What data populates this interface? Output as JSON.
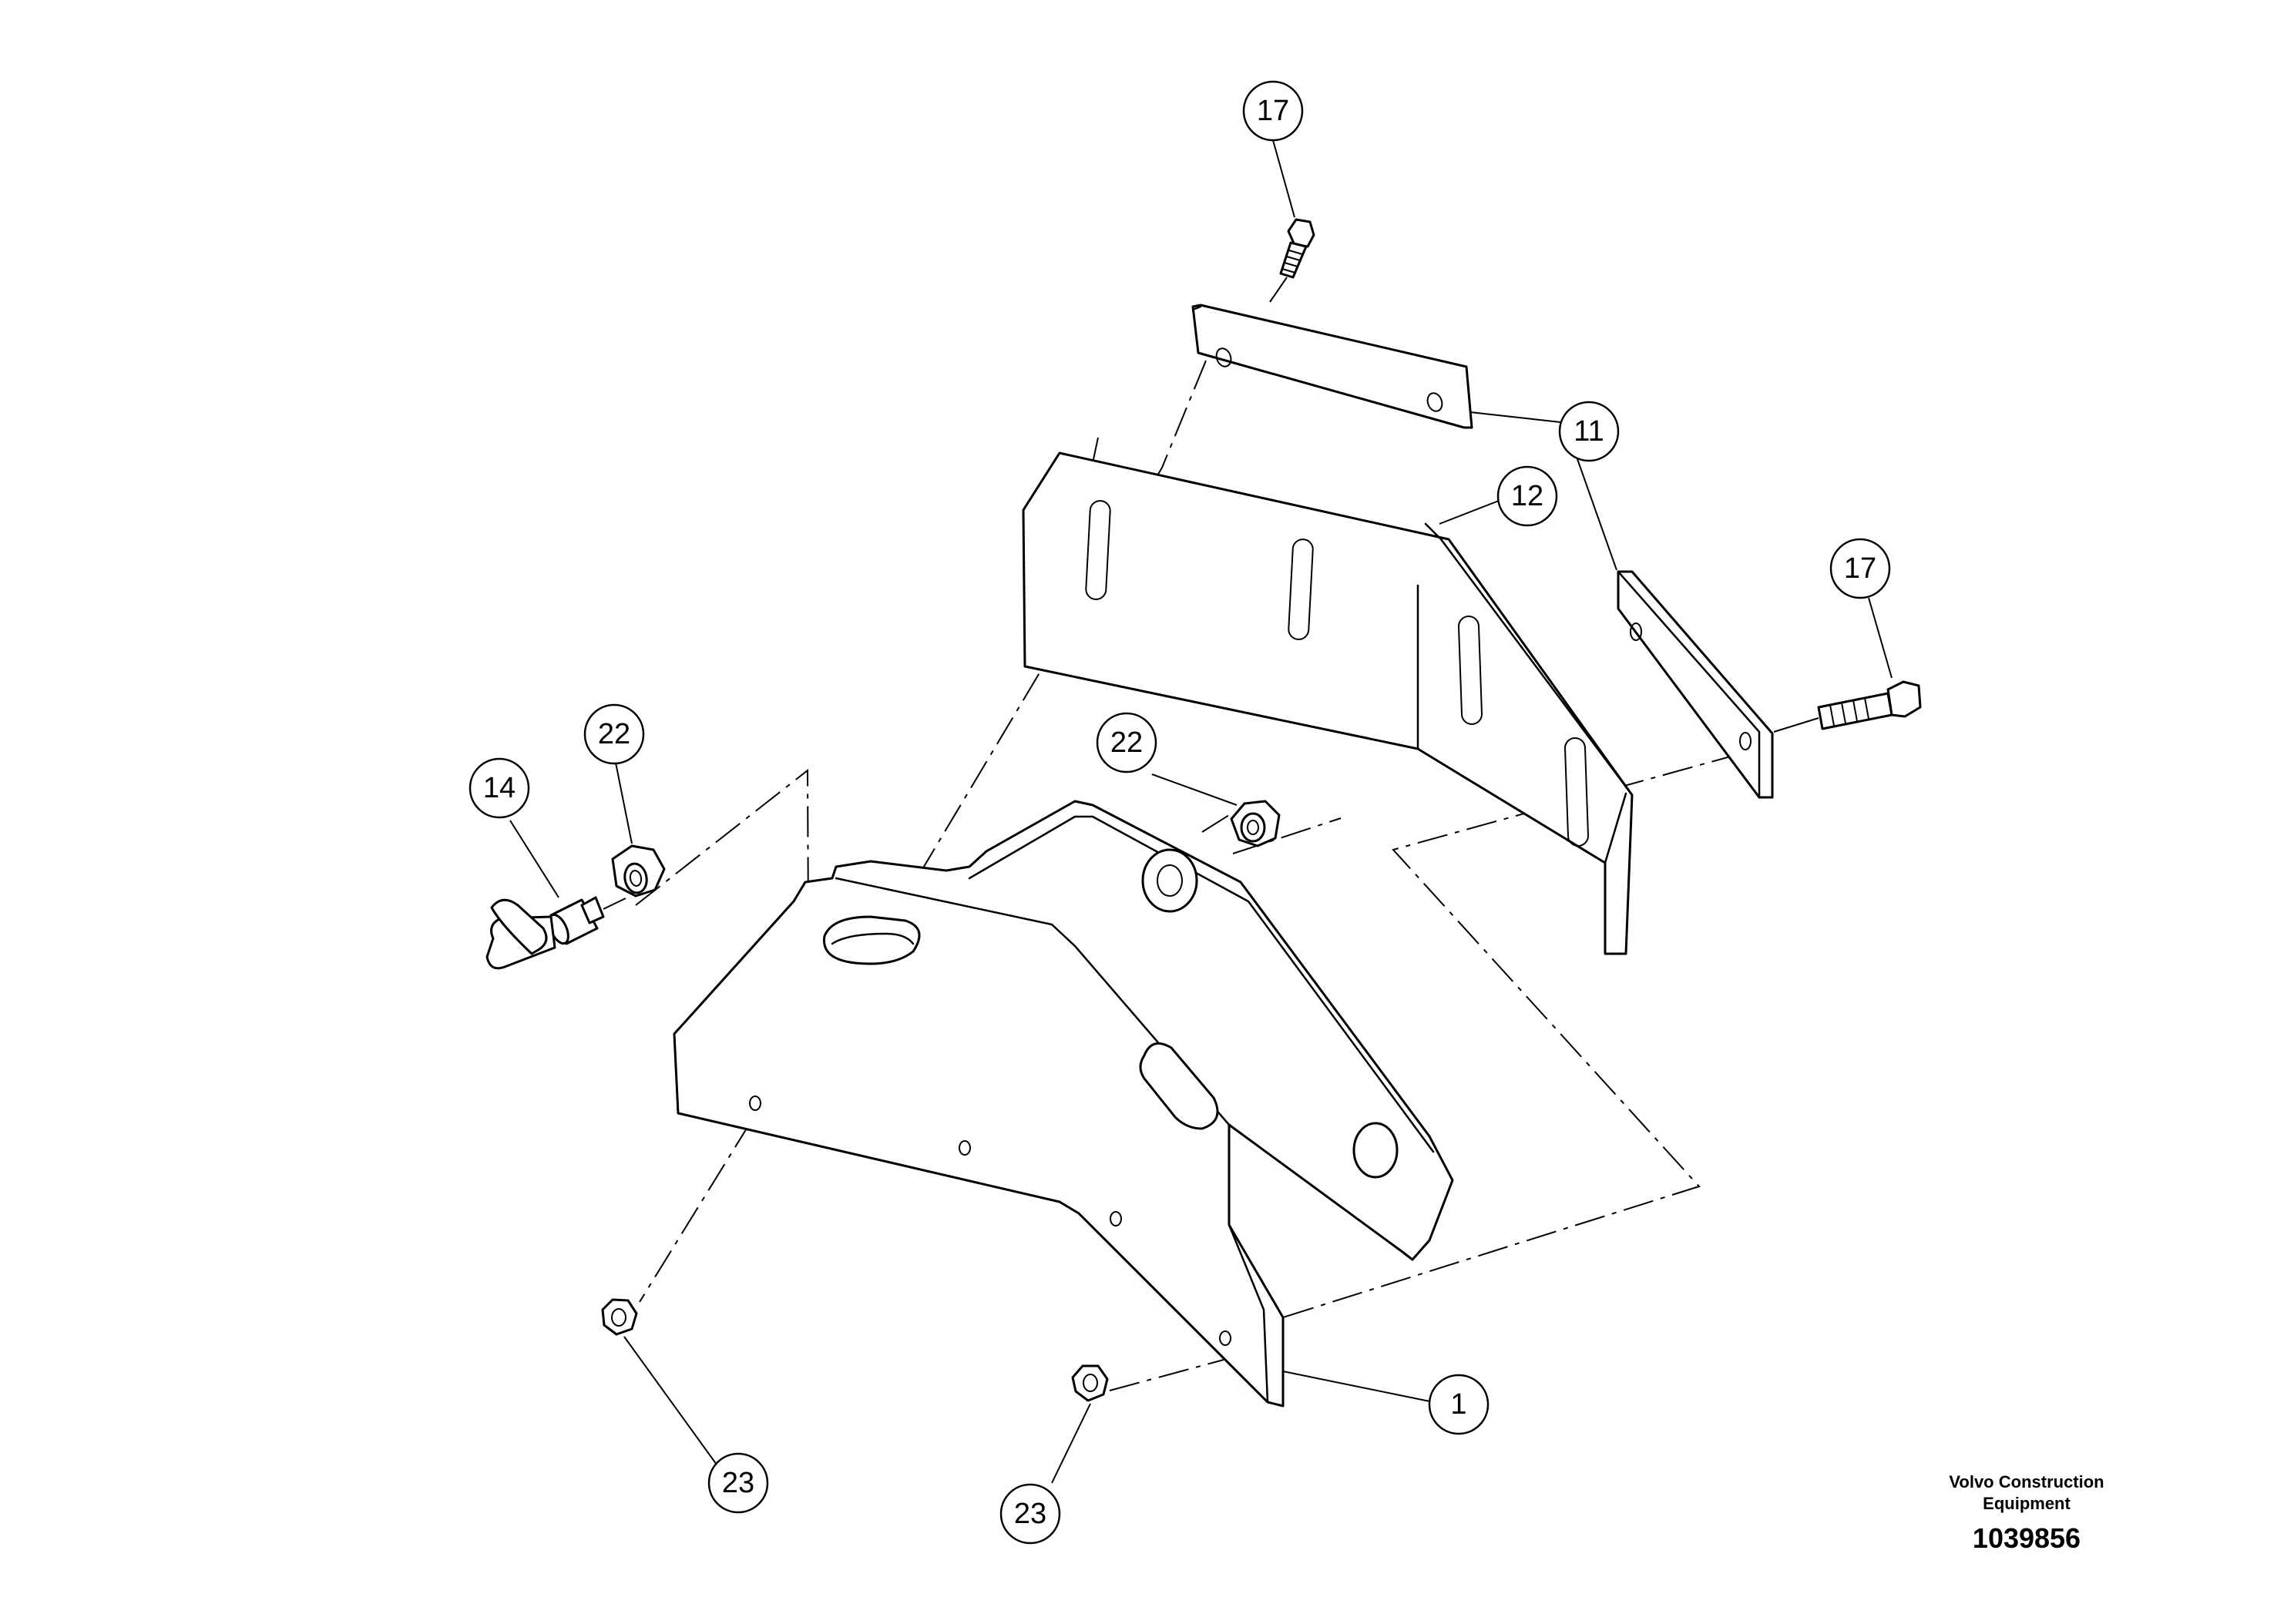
{
  "diagram": {
    "callouts": [
      {
        "id": "b17a",
        "label": "17"
      },
      {
        "id": "b11",
        "label": "11"
      },
      {
        "id": "b12",
        "label": "12"
      },
      {
        "id": "b17b",
        "label": "17"
      },
      {
        "id": "b22a",
        "label": "22"
      },
      {
        "id": "b14",
        "label": "14"
      },
      {
        "id": "b22b",
        "label": "22"
      },
      {
        "id": "b1",
        "label": "1"
      },
      {
        "id": "b23a",
        "label": "23"
      },
      {
        "id": "b23b",
        "label": "23"
      }
    ]
  },
  "footer": {
    "manufacturer_line1": "Volvo Construction",
    "manufacturer_line2": "Equipment",
    "drawing_number": "1039856"
  }
}
